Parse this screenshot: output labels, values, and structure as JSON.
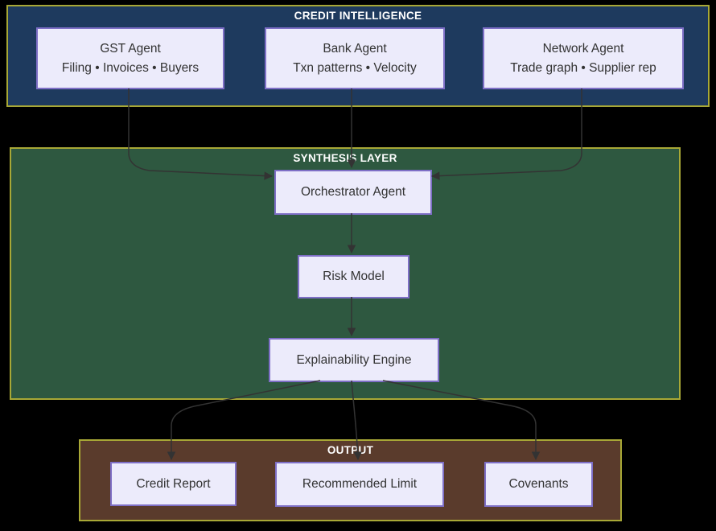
{
  "colors": {
    "background": "#000000",
    "cluster_border": "#a8a836",
    "credit_fill": "#1e3a5e",
    "synthesis_fill": "#2e5840",
    "output_fill": "#5a3b2c",
    "node_fill": "#ecebfb",
    "node_border": "#7e6fc6",
    "node_text": "#333333",
    "title_text": "#ffffff",
    "edge_color": "#333333"
  },
  "clusters": {
    "credit": {
      "title": "CREDIT INTELLIGENCE"
    },
    "synthesis": {
      "title": "SYNTHESIS LAYER"
    },
    "output": {
      "title": "OUTPUT"
    }
  },
  "nodes": {
    "gst": {
      "title": "GST Agent",
      "subtitle": "Filing • Invoices • Buyers"
    },
    "bank": {
      "title": "Bank Agent",
      "subtitle": "Txn patterns • Velocity"
    },
    "network": {
      "title": "Network Agent",
      "subtitle": "Trade graph • Supplier rep"
    },
    "orchestrator": {
      "label": "Orchestrator Agent"
    },
    "risk": {
      "label": "Risk Model"
    },
    "explainability": {
      "label": "Explainability Engine"
    },
    "credit_report": {
      "label": "Credit Report"
    },
    "recommended_limit": {
      "label": "Recommended Limit"
    },
    "covenants": {
      "label": "Covenants"
    }
  },
  "edges": [
    {
      "from": "GST Agent",
      "to": "Orchestrator Agent"
    },
    {
      "from": "Bank Agent",
      "to": "Orchestrator Agent"
    },
    {
      "from": "Network Agent",
      "to": "Orchestrator Agent"
    },
    {
      "from": "Orchestrator Agent",
      "to": "Risk Model"
    },
    {
      "from": "Risk Model",
      "to": "Explainability Engine"
    },
    {
      "from": "Explainability Engine",
      "to": "Credit Report"
    },
    {
      "from": "Explainability Engine",
      "to": "Recommended Limit"
    },
    {
      "from": "Explainability Engine",
      "to": "Covenants"
    }
  ]
}
